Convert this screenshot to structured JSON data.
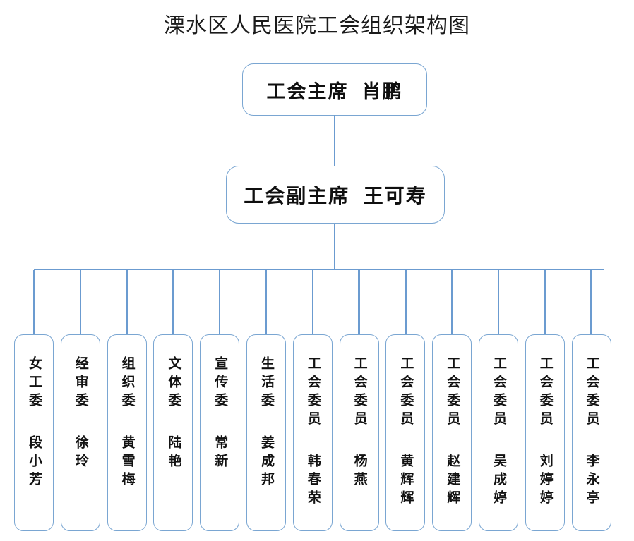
{
  "title": "溧水区人民医院工会组织架构图",
  "theme": {
    "line_color": "#6b9bd0",
    "box_border_color": "#7aa6d2",
    "box_fill": "#ffffff",
    "text_color": "#121212",
    "background": "#ffffff"
  },
  "chart_data": {
    "type": "org-chart",
    "title": "溧水区人民医院工会组织架构图",
    "levels": 3,
    "nodes": [
      {
        "id": "chair",
        "level": 1,
        "role": "工会主席",
        "name": "肖鹏",
        "label": "工会主席  肖鹏"
      },
      {
        "id": "vice-chair",
        "level": 2,
        "role": "工会副主席",
        "name": "王可寿",
        "label": "工会副主席  王可寿"
      },
      {
        "id": "leaf-1",
        "level": 3,
        "role": "女工委",
        "name": "段小芳"
      },
      {
        "id": "leaf-2",
        "level": 3,
        "role": "经审委",
        "name": "徐玲"
      },
      {
        "id": "leaf-3",
        "level": 3,
        "role": "组织委",
        "name": "黄雪梅"
      },
      {
        "id": "leaf-4",
        "level": 3,
        "role": "文体委",
        "name": "陆艳"
      },
      {
        "id": "leaf-5",
        "level": 3,
        "role": "宣传委",
        "name": "常新"
      },
      {
        "id": "leaf-6",
        "level": 3,
        "role": "生活委",
        "name": "姜成邦"
      },
      {
        "id": "leaf-7",
        "level": 3,
        "role": "工会委员",
        "name": "韩春荣"
      },
      {
        "id": "leaf-8",
        "level": 3,
        "role": "工会委员",
        "name": "杨燕"
      },
      {
        "id": "leaf-9",
        "level": 3,
        "role": "工会委员",
        "name": "黄辉辉"
      },
      {
        "id": "leaf-10",
        "level": 3,
        "role": "工会委员",
        "name": "赵建辉"
      },
      {
        "id": "leaf-11",
        "level": 3,
        "role": "工会委员",
        "name": "吴成婷"
      },
      {
        "id": "leaf-12",
        "level": 3,
        "role": "工会委员",
        "name": "刘婷婷"
      },
      {
        "id": "leaf-13",
        "level": 3,
        "role": "工会委员",
        "name": "李永亭"
      }
    ],
    "edges": [
      {
        "from": "chair",
        "to": "vice-chair"
      },
      {
        "from": "vice-chair",
        "to": "leaf-1"
      },
      {
        "from": "vice-chair",
        "to": "leaf-2"
      },
      {
        "from": "vice-chair",
        "to": "leaf-3"
      },
      {
        "from": "vice-chair",
        "to": "leaf-4"
      },
      {
        "from": "vice-chair",
        "to": "leaf-5"
      },
      {
        "from": "vice-chair",
        "to": "leaf-6"
      },
      {
        "from": "vice-chair",
        "to": "leaf-7"
      },
      {
        "from": "vice-chair",
        "to": "leaf-8"
      },
      {
        "from": "vice-chair",
        "to": "leaf-9"
      },
      {
        "from": "vice-chair",
        "to": "leaf-10"
      },
      {
        "from": "vice-chair",
        "to": "leaf-11"
      },
      {
        "from": "vice-chair",
        "to": "leaf-12"
      },
      {
        "from": "vice-chair",
        "to": "leaf-13"
      }
    ]
  },
  "top_node": {
    "label": "工会主席  肖鹏"
  },
  "second_node": {
    "label": "工会副主席  王可寿"
  },
  "leaves": [
    {
      "role": "女工委",
      "name": "段小芳"
    },
    {
      "role": "经审委",
      "name": "徐玲"
    },
    {
      "role": "组织委",
      "name": "黄雪梅"
    },
    {
      "role": "文体委",
      "name": "陆艳"
    },
    {
      "role": "宣传委",
      "name": "常新"
    },
    {
      "role": "生活委",
      "name": "姜成邦"
    },
    {
      "role": "工会委员",
      "name": "韩春荣"
    },
    {
      "role": "工会委员",
      "name": "杨燕"
    },
    {
      "role": "工会委员",
      "name": "黄辉辉"
    },
    {
      "role": "工会委员",
      "name": "赵建辉"
    },
    {
      "role": "工会委员",
      "name": "吴成婷"
    },
    {
      "role": "工会委员",
      "name": "刘婷婷"
    },
    {
      "role": "工会委员",
      "name": "李永亭"
    }
  ]
}
